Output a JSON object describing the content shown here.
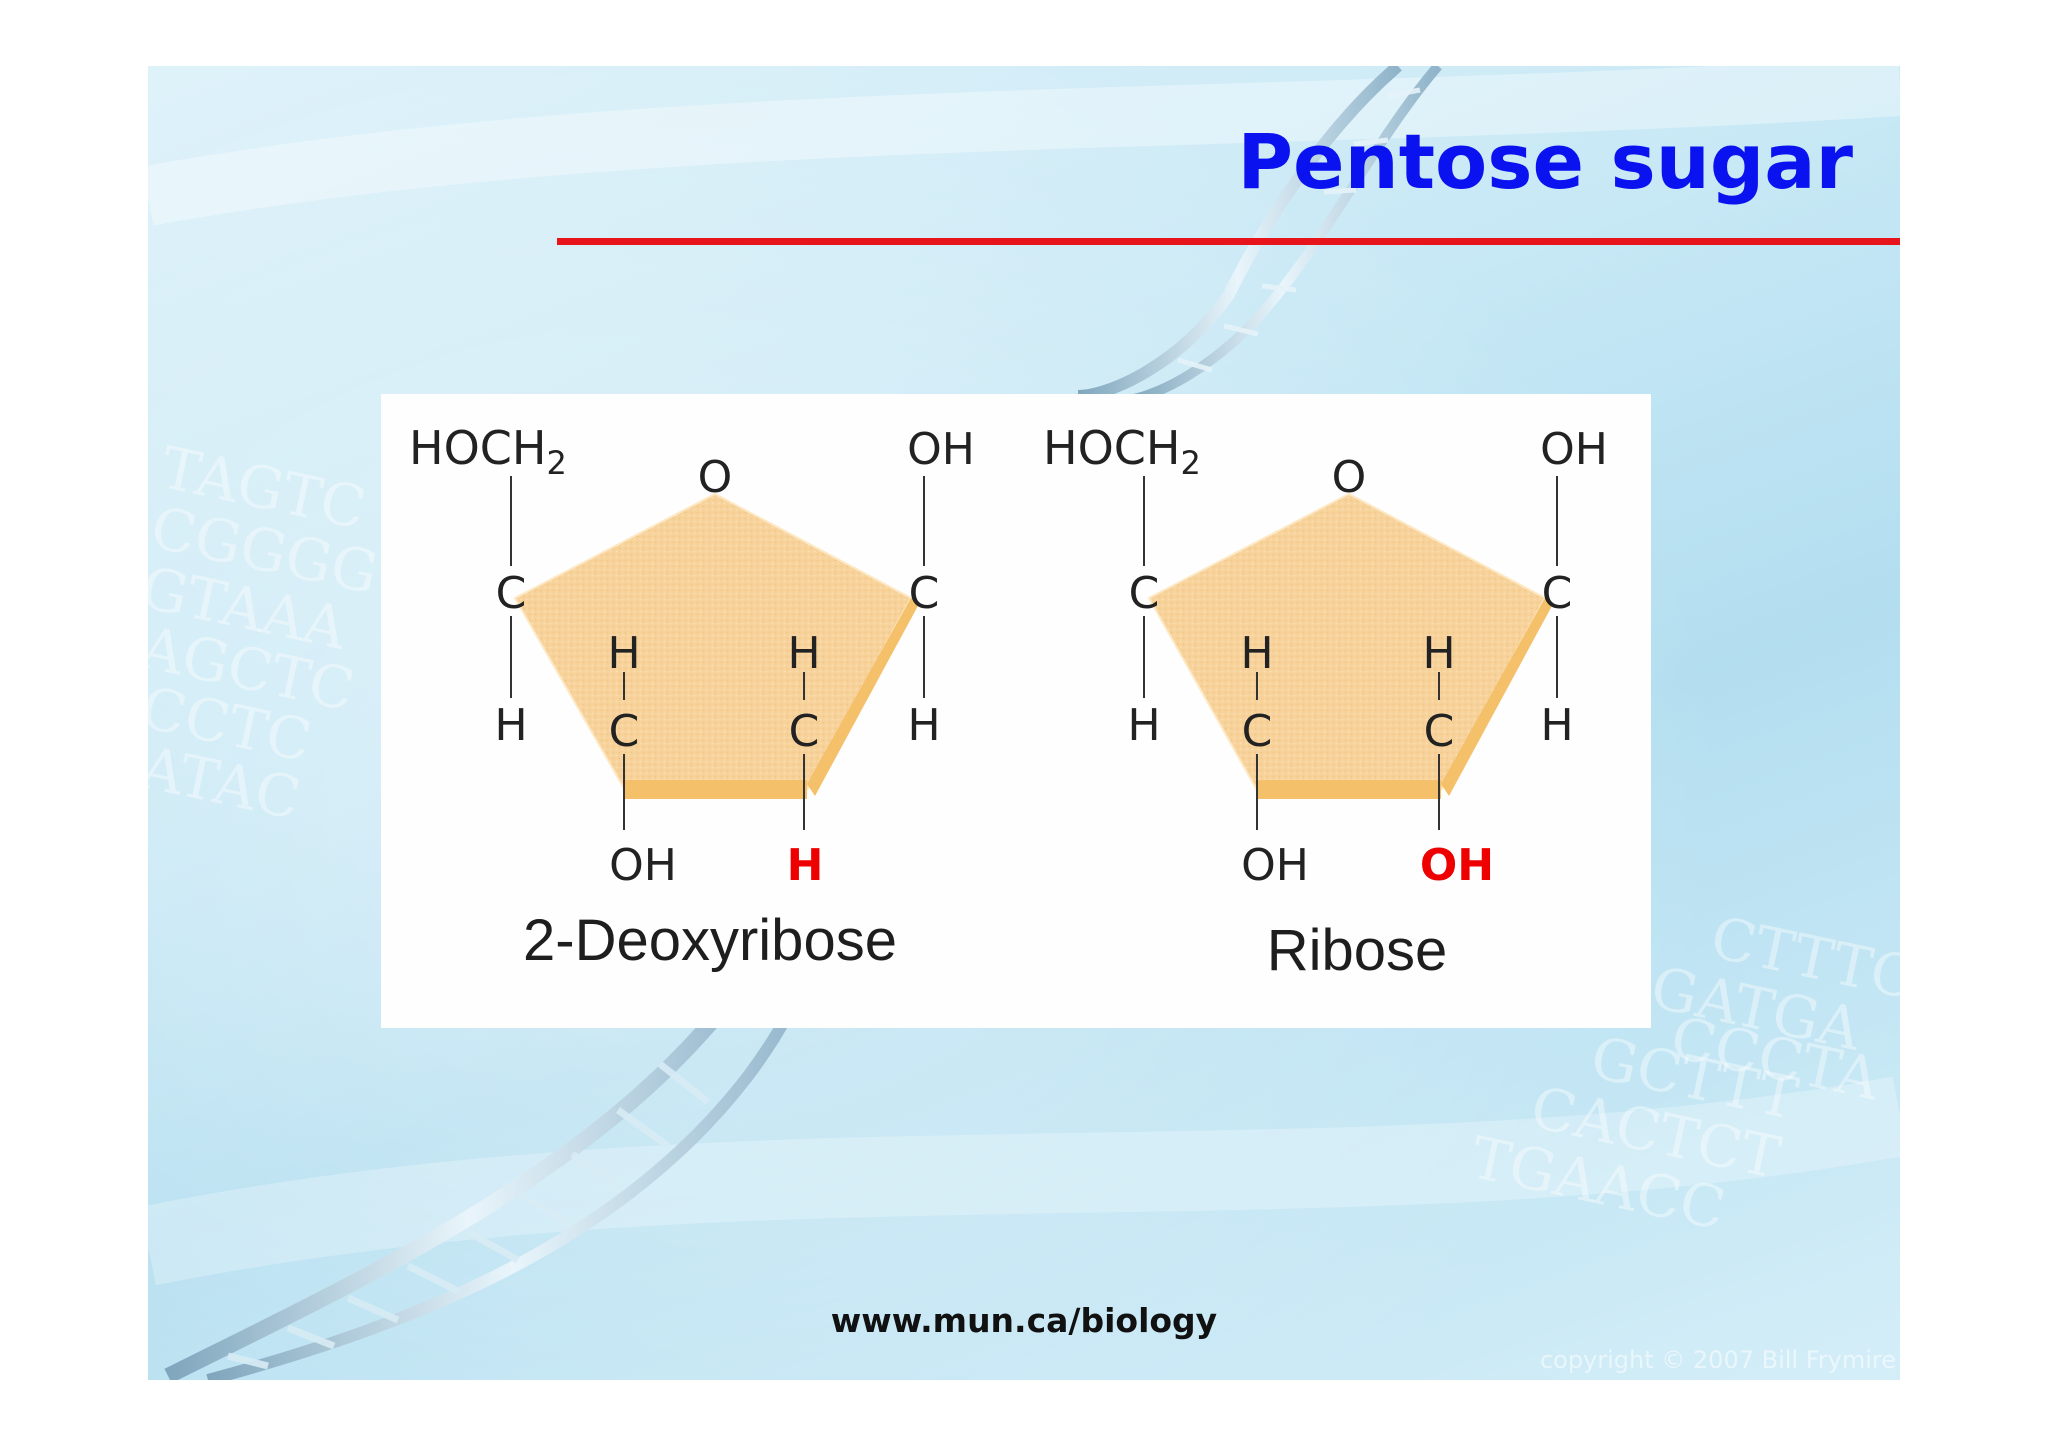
{
  "slide": {
    "title": "Pentose sugar",
    "source_url": "www.mun.ca/biology",
    "copyright": "copyright © 2007 Bill Frymire",
    "background_letters": [
      "TAGTC",
      "CGGGG",
      "GTAAA",
      "AGCTC",
      "CCTC",
      "ATAC",
      "CTTTC",
      "GATGA",
      "CCCTA",
      "GCTTT",
      "CACTCT",
      "TGAACC"
    ]
  },
  "molecules": [
    {
      "name": "2-Deoxyribose",
      "labels": {
        "c5_group": "HOCH",
        "c5_subscript": "2",
        "ring_oxygen": "O",
        "c1_group": "OH",
        "c4_carbon": "C",
        "c1_carbon": "C",
        "c4_hydrogen": "H",
        "c1_hydrogen": "H",
        "c3_carbon": "C",
        "c2_carbon": "C",
        "c3_hydrogen": "H",
        "c2_hydrogen": "H",
        "c3_group": "OH",
        "c2_group": "H"
      }
    },
    {
      "name": "Ribose",
      "labels": {
        "c5_group": "HOCH",
        "c5_subscript": "2",
        "ring_oxygen": "O",
        "c1_group": "OH",
        "c4_carbon": "C",
        "c1_carbon": "C",
        "c4_hydrogen": "H",
        "c1_hydrogen": "H",
        "c3_carbon": "C",
        "c2_carbon": "C",
        "c3_hydrogen": "H",
        "c2_hydrogen": "H",
        "c3_group": "OH",
        "c2_group": "OH"
      }
    }
  ],
  "colors": {
    "title": "#0a12f0",
    "rule": "#e8141c",
    "ring_fill": "#f7d29a",
    "ring_edge": "#f5c06a",
    "highlight": "#ee0000"
  }
}
